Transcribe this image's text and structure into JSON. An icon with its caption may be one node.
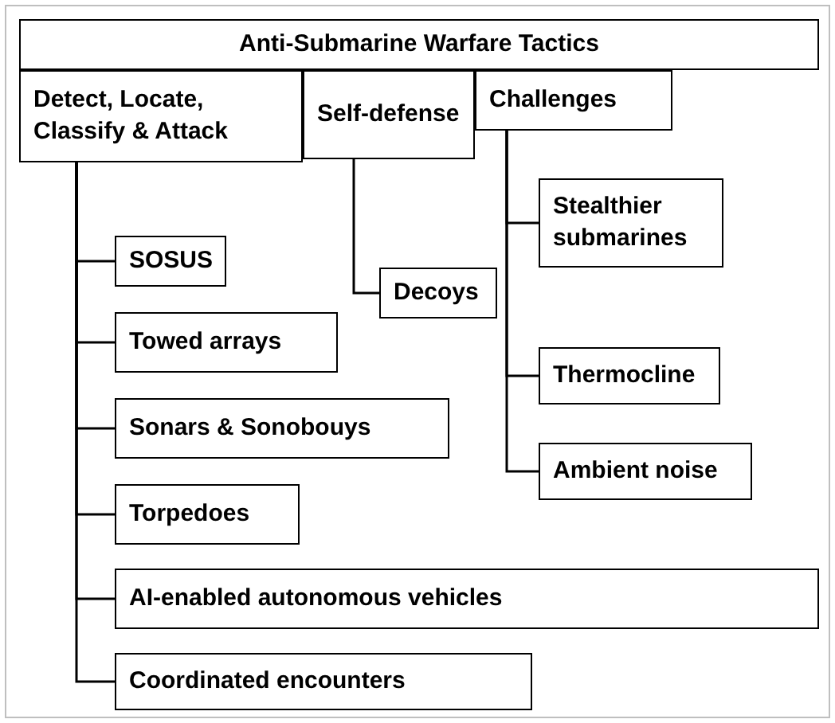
{
  "diagram": {
    "nodes": [
      {
        "text": [
          "Anti-Submarine Warfare Tactics"
        ]
      },
      {
        "text": [
          "Detect, Locate, Classify & Attack"
        ]
      },
      {
        "text": [
          "Self-defense"
        ]
      },
      {
        "text": [
          "Challenges"
        ]
      },
      {
        "text": [
          "SOSUS"
        ]
      },
      {
        "text": [
          "Towed arrays"
        ]
      },
      {
        "text": [
          "Sonars & Sonobouys"
        ]
      },
      {
        "text": [
          "Torpedoes"
        ]
      },
      {
        "text": [
          "AI-enabled autonomous vehicles"
        ]
      },
      {
        "text": [
          "Coordinated encounters"
        ]
      },
      {
        "text": [
          "Decoys"
        ]
      },
      {
        "text": [
          "Stealthier submarines"
        ]
      },
      {
        "text": [
          "Thermocline"
        ]
      },
      {
        "text": [
          "Ambient noise"
        ]
      }
    ],
    "edges": [
      {
        "from": 1,
        "to": 4,
        "arrow": "none"
      },
      {
        "from": 1,
        "to": 5,
        "arrow": "none"
      },
      {
        "from": 1,
        "to": 6,
        "arrow": "none"
      },
      {
        "from": 1,
        "to": 7,
        "arrow": "none"
      },
      {
        "from": 1,
        "to": 8,
        "arrow": "none"
      },
      {
        "from": 1,
        "to": 9,
        "arrow": "none"
      },
      {
        "from": 2,
        "to": 10,
        "arrow": "none"
      },
      {
        "from": 3,
        "to": 11,
        "arrow": "none"
      },
      {
        "from": 3,
        "to": 12,
        "arrow": "none"
      },
      {
        "from": 3,
        "to": 13,
        "arrow": "none"
      }
    ]
  }
}
